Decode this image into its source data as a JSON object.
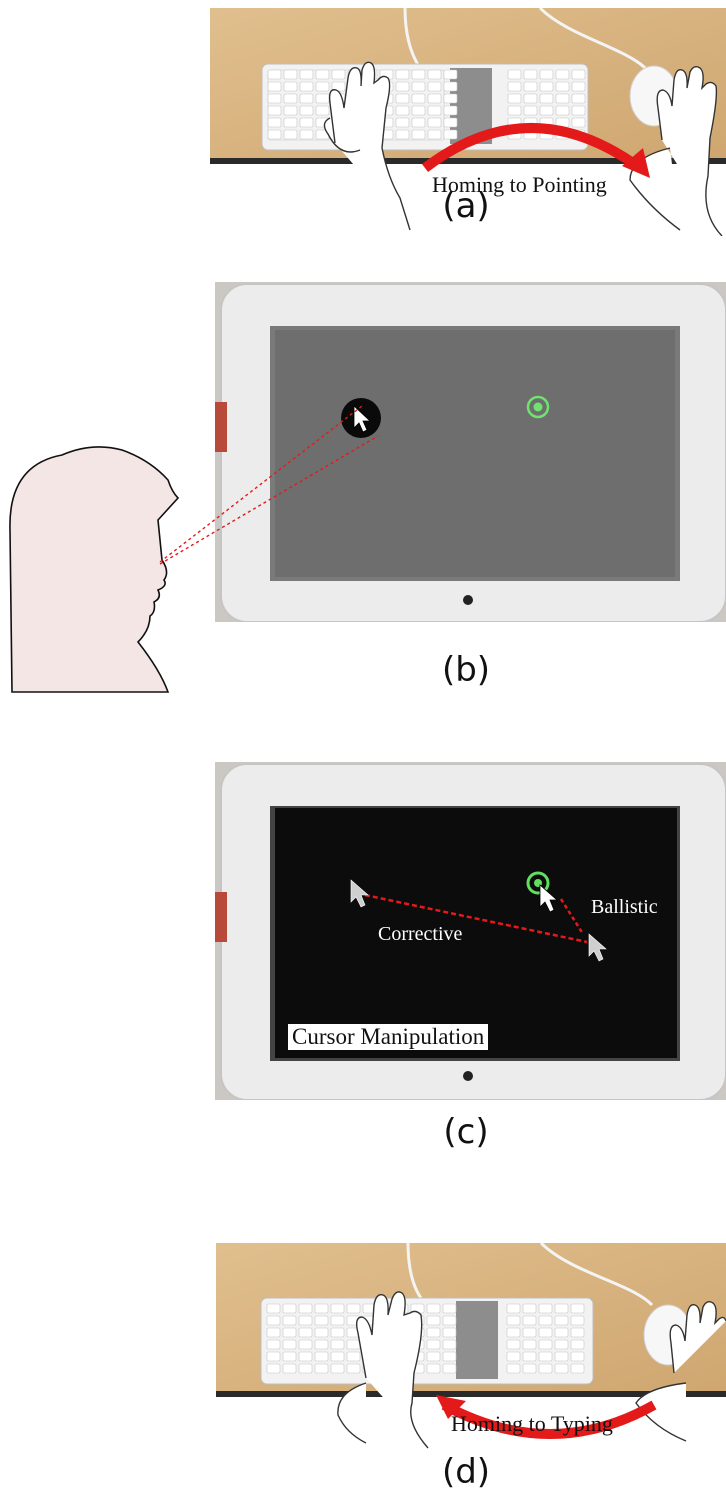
{
  "panels": {
    "a": {
      "caption": "(a)",
      "label": "Homing to Pointing"
    },
    "b": {
      "caption": "(b)"
    },
    "c": {
      "caption": "(c)",
      "corrective_label": "Corrective",
      "ballistic_label": "Ballistic",
      "box_label": "Cursor Manipulation"
    },
    "d": {
      "caption": "(d)",
      "label": "Homing to Typing"
    }
  },
  "colors": {
    "desk": "#d8b382",
    "monitor_frame": "#e8e8e8",
    "screen_gray": "#6e6e6e",
    "screen_black": "#0c0c0c",
    "arrow_red": "#e41a1a",
    "target_green": "#6fe36f",
    "head_fill": "#f5e6e6"
  },
  "icons": [
    "keyboard-icon",
    "mouse-icon",
    "hand-icon",
    "cursor-icon",
    "target-icon",
    "apple-logo-icon"
  ]
}
